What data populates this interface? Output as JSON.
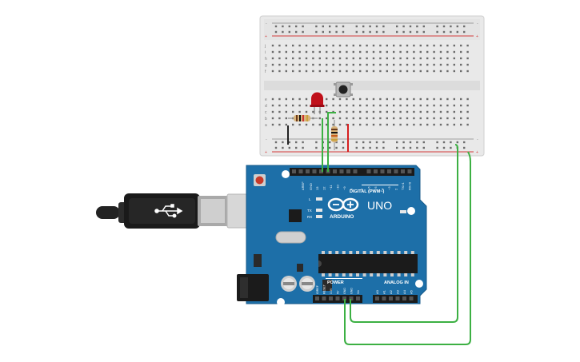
{
  "breadboard": {
    "rail_plus": "+",
    "rail_minus": "-",
    "row_letters_top": [
      "j",
      "i",
      "h",
      "g",
      "f"
    ],
    "row_letters_bottom": [
      "e",
      "d",
      "c",
      "b",
      "a"
    ],
    "column_count": 30
  },
  "arduino": {
    "model": "UNO",
    "brand": "ARDUINO",
    "digital_header_label": "DIGITAL (PWM~)",
    "power_header_label": "POWER",
    "analog_header_label": "ANALOG IN",
    "on_label": "ON",
    "led_l_label": "L",
    "led_tx_label": "TX",
    "led_rx_label": "RX",
    "aref_label": "AREF",
    "gnd_label": "GND",
    "digital_pins": [
      "13",
      "12",
      "~11",
      "~10",
      "~9",
      "8",
      "7",
      "~6",
      "~5",
      "4",
      "~3",
      "2",
      "TX>1",
      "RX<0"
    ],
    "power_pins": [
      "IOREF",
      "RESET",
      "3.3V",
      "5V",
      "GND",
      "GND",
      "Vin"
    ],
    "analog_pins": [
      "A0",
      "A1",
      "A2",
      "A3",
      "A4",
      "A5"
    ]
  },
  "colors": {
    "board": "#1d6fa8",
    "breadboard": "#e9e9e9",
    "wire": "#3cb043",
    "rail_red": "#d23c3c",
    "led": "#c0101a"
  }
}
